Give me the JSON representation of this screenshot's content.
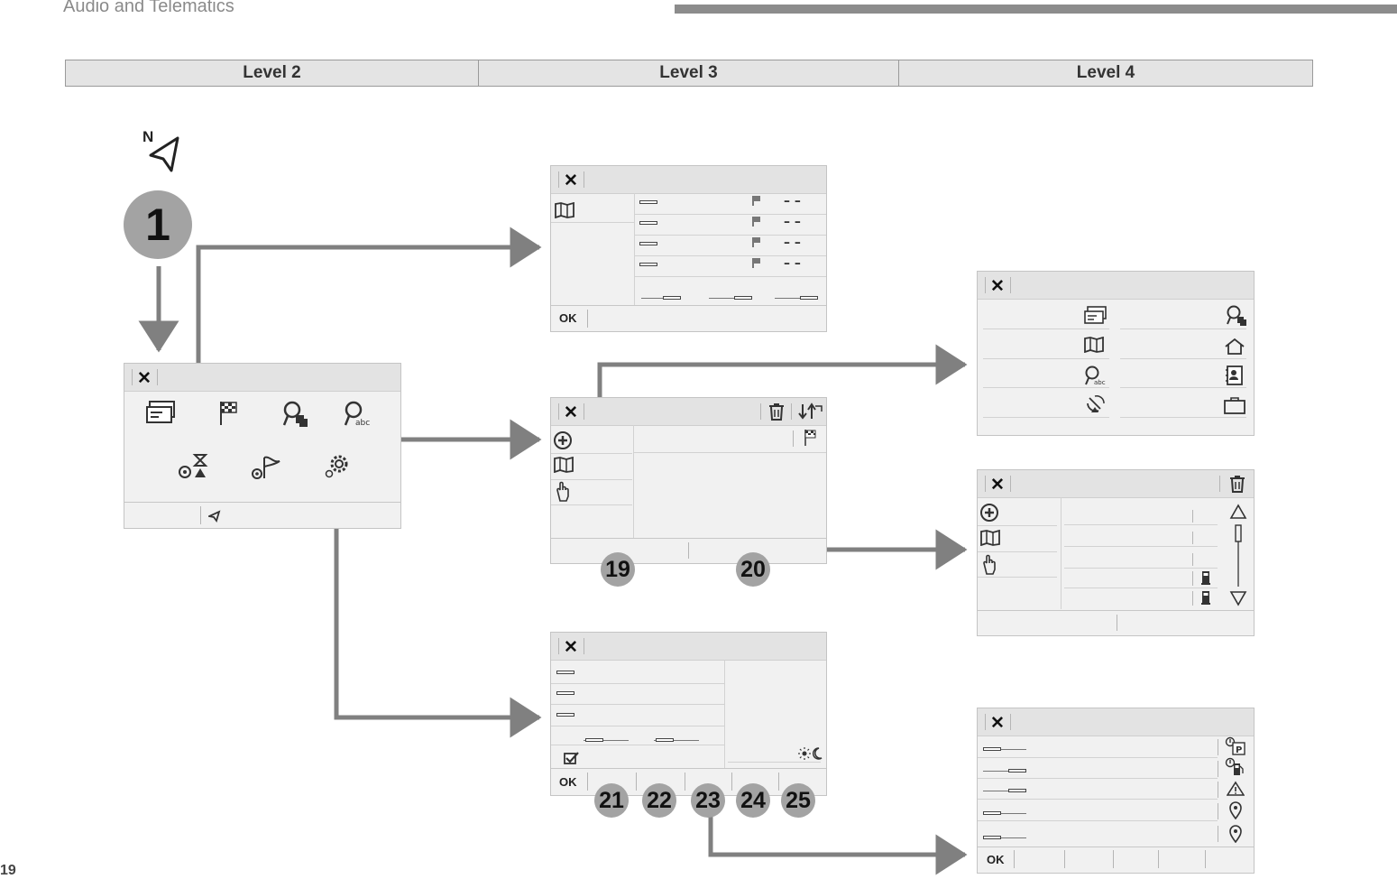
{
  "header": {
    "title": "Audio and Telematics"
  },
  "levels": [
    "Level 2",
    "Level 3",
    "Level 4"
  ],
  "badges": [
    "1",
    "19",
    "20",
    "21",
    "22",
    "23",
    "24",
    "25"
  ],
  "compass": {
    "label": "N"
  },
  "ok_label": "OK",
  "close_glyph": "✕",
  "double_dash": "– –",
  "page_number": "19",
  "colors": {
    "arrow": "#808080",
    "badge": "#a3a3a3",
    "screen": "#f1f1f1"
  }
}
